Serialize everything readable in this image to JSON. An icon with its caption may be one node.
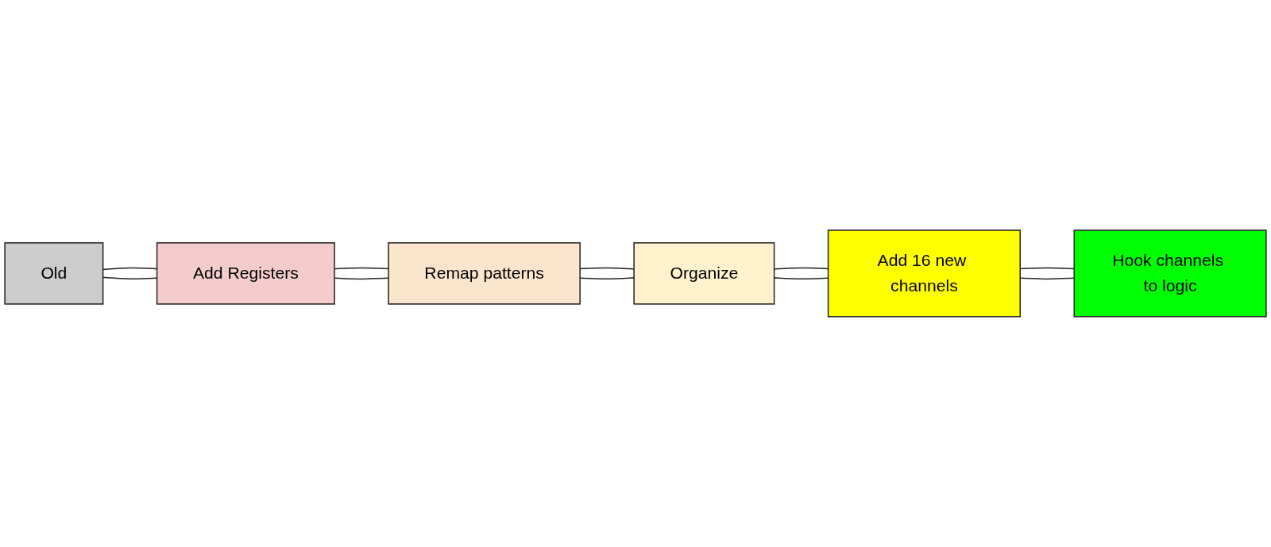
{
  "diagram": {
    "nodes": [
      {
        "text": [
          "Old"
        ]
      },
      {
        "text": [
          "Add Registers"
        ]
      },
      {
        "text": [
          "Remap patterns"
        ]
      },
      {
        "text": [
          "Organize"
        ]
      },
      {
        "text": [
          "Add 16 new channels"
        ]
      },
      {
        "text": [
          "Hook channels to logic"
        ]
      }
    ],
    "edges": [
      {
        "from": 0,
        "to": 1,
        "arrow": "none"
      },
      {
        "from": 0,
        "to": 1,
        "arrow": "none"
      },
      {
        "from": 1,
        "to": 2,
        "arrow": "none"
      },
      {
        "from": 1,
        "to": 2,
        "arrow": "none"
      },
      {
        "from": 2,
        "to": 3,
        "arrow": "none"
      },
      {
        "from": 2,
        "to": 3,
        "arrow": "none"
      },
      {
        "from": 3,
        "to": 4,
        "arrow": "none"
      },
      {
        "from": 3,
        "to": 4,
        "arrow": "none"
      },
      {
        "from": 4,
        "to": 5,
        "arrow": "none"
      },
      {
        "from": 4,
        "to": 5,
        "arrow": "none"
      }
    ]
  }
}
